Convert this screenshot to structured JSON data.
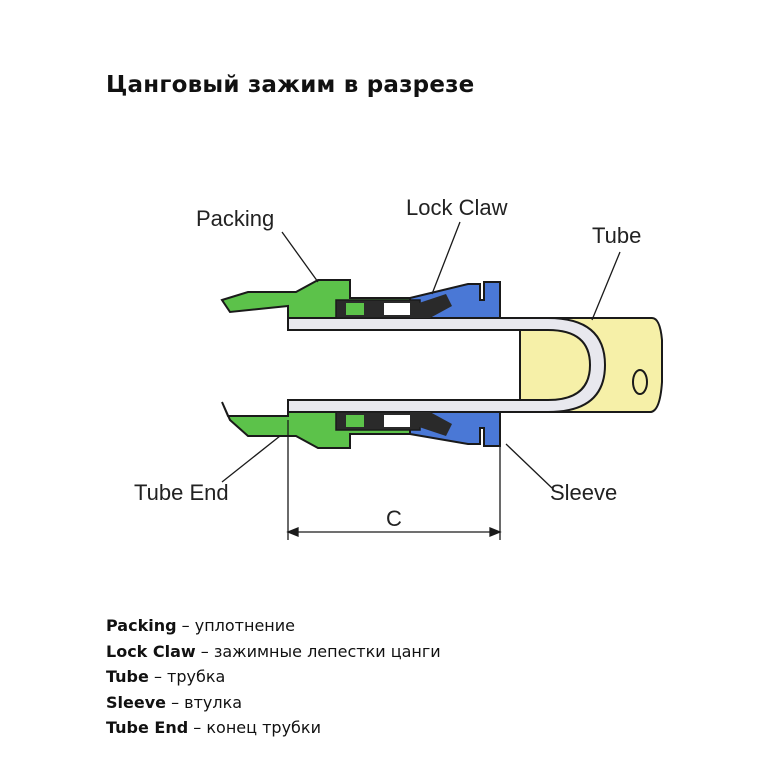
{
  "title": "Цанговый зажим в разрезе",
  "diagram": {
    "labels": {
      "packing": "Packing",
      "lock_claw": "Lock Claw",
      "tube": "Tube",
      "tube_end": "Tube End",
      "sleeve": "Sleeve",
      "dimension": "C"
    },
    "colors": {
      "body": "#5cc24a",
      "sleeve": "#4a78d6",
      "tube": "#f6f0a8",
      "packing": "#2a2a2a",
      "tube_inner": "#e8e8ee",
      "outline": "#1a1a1a"
    }
  },
  "legend": [
    {
      "term": "Packing",
      "desc": " – уплотнение"
    },
    {
      "term": "Lock Claw",
      "desc": " – зажимные лепестки цанги"
    },
    {
      "term": "Tube",
      "desc": " – трубка"
    },
    {
      "term": "Sleeve",
      "desc": " – втулка"
    },
    {
      "term": "Tube End",
      "desc": " – конец трубки"
    }
  ]
}
